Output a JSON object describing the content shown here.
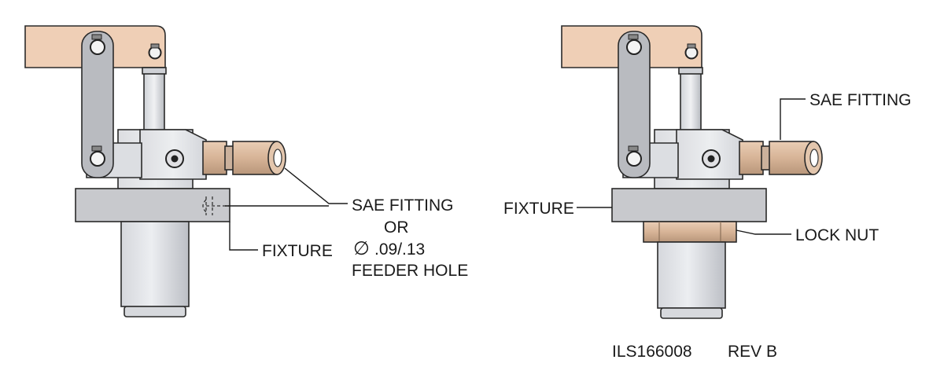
{
  "left_view": {
    "sae_fitting_label": "SAE FITTING",
    "or_label": "OR",
    "diameter_symbol": "∅",
    "feeder_hole_dims": ".09/.13",
    "feeder_hole_label": "FEEDER HOLE",
    "fixture_label": "FIXTURE"
  },
  "right_view": {
    "sae_fitting_label": "SAE FITTING",
    "fixture_label": "FIXTURE",
    "lock_nut_label": "LOCK NUT"
  },
  "drawing_id": {
    "number": "ILS166008",
    "revision": "REV B"
  },
  "colors": {
    "lever_tan": "#efcfb6",
    "steel_light": "#e4e4e8",
    "steel_mid": "#cfd1d6",
    "fixture_gray": "#c8c9cd",
    "fitting_brass": "#d8b79c",
    "lock_nut_brass": "#d9b899",
    "link_gray": "#b9bbc0"
  }
}
